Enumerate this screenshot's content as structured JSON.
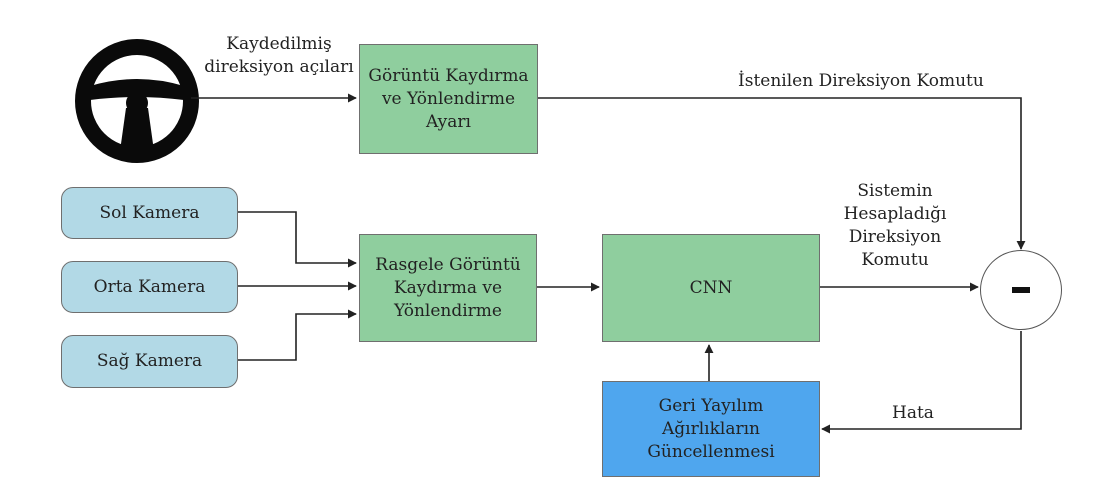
{
  "steering_input": {
    "label": "Kaydedilmiş\ndireksiyon açıları"
  },
  "shift_adjust_box": {
    "label": "Görüntü Kaydırma\nve Yönlendirme\nAyarı"
  },
  "desired_command": {
    "label": "İstenilen Direksiyon Komutu"
  },
  "cameras": [
    {
      "label": "Sol Kamera"
    },
    {
      "label": "Orta Kamera"
    },
    {
      "label": "Sağ Kamera"
    }
  ],
  "random_shift_box": {
    "label": "Rasgele Görüntü\nKaydırma ve\nYönlendirme"
  },
  "cnn_box": {
    "label": "CNN"
  },
  "network_command": {
    "label": "Sistemin\nHesapladığı\nDireksiyon\nKomutu"
  },
  "error_label": {
    "label": "Hata"
  },
  "backprop_box": {
    "label": "Geri Yayılım\nAğırlıkların\nGüncellenmesi"
  },
  "colors": {
    "green_box": "#8fce9e",
    "camera_box": "#b2d9e6",
    "blue_box": "#4fa6ee",
    "line": "#222222"
  }
}
